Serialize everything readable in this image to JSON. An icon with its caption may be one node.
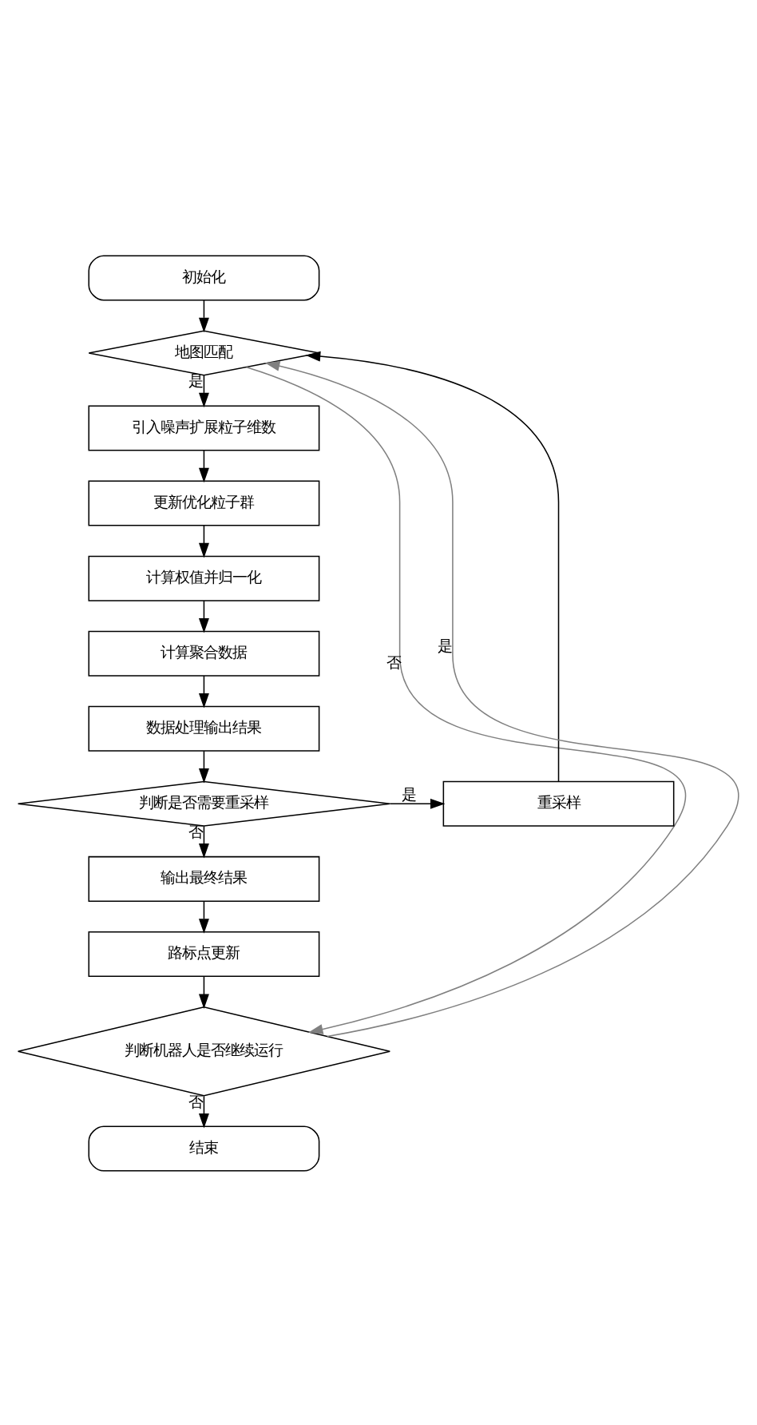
{
  "diagram": {
    "nodes": [
      {
        "text": [
          "初始化"
        ]
      },
      {
        "text": [
          "地图匹配"
        ]
      },
      {
        "text": [
          "引入噪声扩展粒子维数"
        ]
      },
      {
        "text": [
          "更新优化粒子群"
        ]
      },
      {
        "text": [
          "计算权值并归一化"
        ]
      },
      {
        "text": [
          "计算聚合数据"
        ]
      },
      {
        "text": [
          "数据处理输出结果"
        ]
      },
      {
        "text": [
          "判断是否需要重采样"
        ]
      },
      {
        "text": [
          "重采样"
        ]
      },
      {
        "text": [
          "输出最终结果"
        ]
      },
      {
        "text": [
          "路标点更新"
        ]
      },
      {
        "text": [
          "判断机器人是否继续运行"
        ]
      },
      {
        "text": [
          "结束"
        ]
      }
    ],
    "edges": [
      {
        "from": 0,
        "to": 1,
        "arrow": "to"
      },
      {
        "from": 1,
        "to": 2,
        "arrow": "to",
        "label": "是"
      },
      {
        "from": 2,
        "to": 3,
        "arrow": "to"
      },
      {
        "from": 3,
        "to": 4,
        "arrow": "to"
      },
      {
        "from": 4,
        "to": 5,
        "arrow": "to"
      },
      {
        "from": 5,
        "to": 6,
        "arrow": "to"
      },
      {
        "from": 6,
        "to": 7,
        "arrow": "to"
      },
      {
        "from": 7,
        "to": 8,
        "arrow": "to",
        "label": "是"
      },
      {
        "from": 8,
        "to": 1,
        "arrow": "to"
      },
      {
        "from": 7,
        "to": 9,
        "arrow": "to",
        "label": "否"
      },
      {
        "from": 9,
        "to": 10,
        "arrow": "to"
      },
      {
        "from": 10,
        "to": 11,
        "arrow": "to"
      },
      {
        "from": 11,
        "to": 12,
        "arrow": "to",
        "label": "否"
      },
      {
        "from": 11,
        "to": 1,
        "arrow": "to",
        "label": "是",
        "color": "#808080"
      },
      {
        "from": 1,
        "to": 11,
        "arrow": "to",
        "label": "否",
        "color": "#808080"
      }
    ]
  }
}
